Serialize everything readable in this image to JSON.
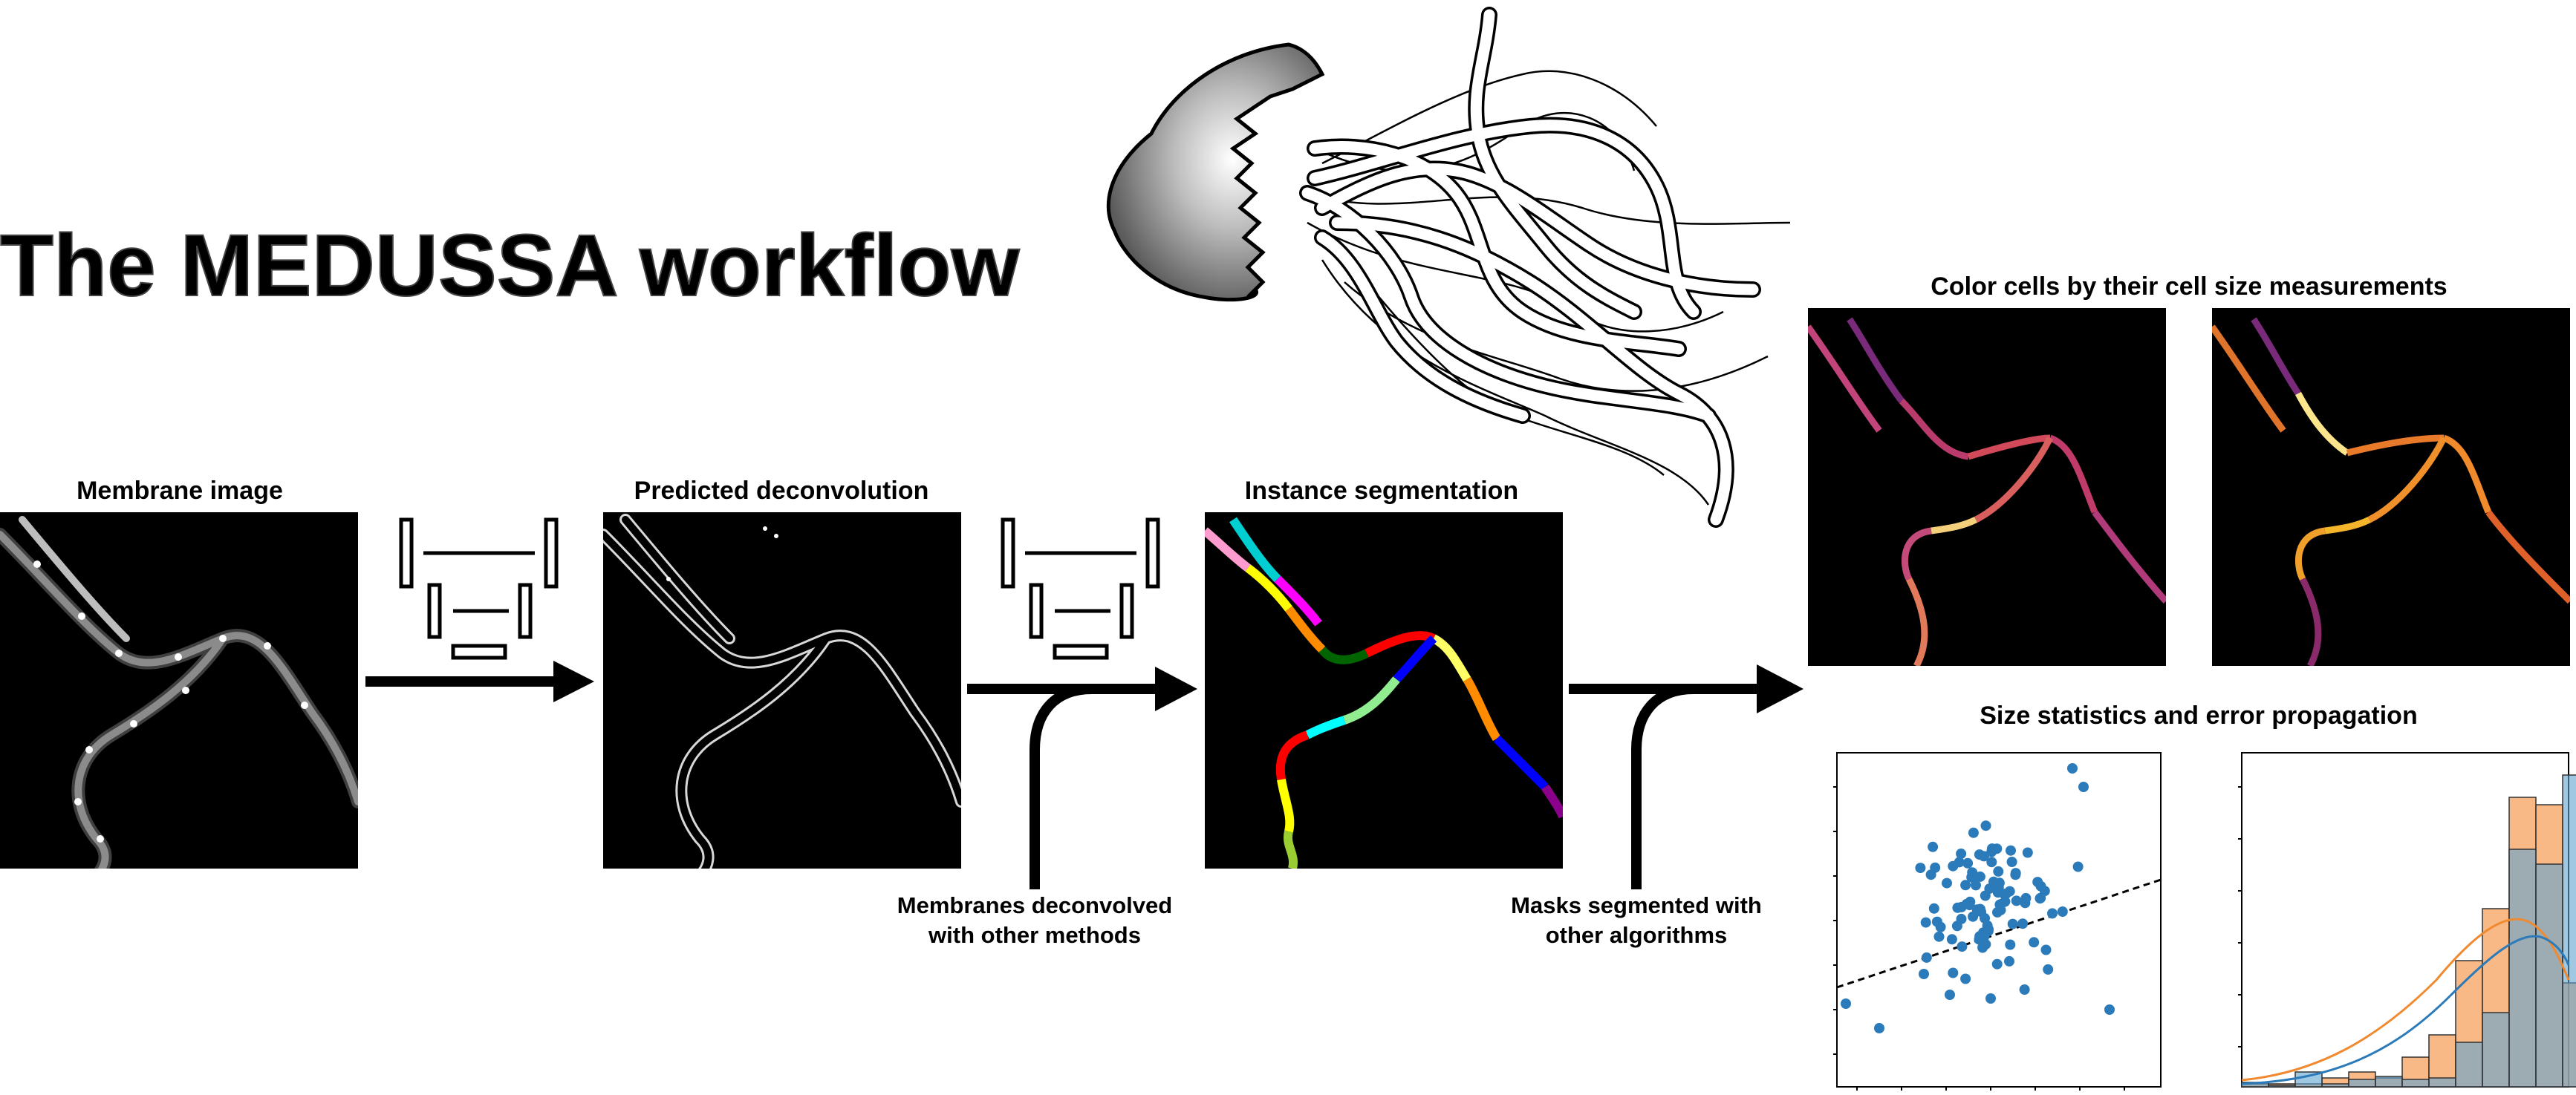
{
  "title": "The MEDUSSA workflow",
  "panels": {
    "membrane": "Membrane image",
    "deconv": "Predicted deconvolution",
    "segmentation": "Instance segmentation",
    "color_cells": "Color cells by their cell size measurements",
    "stats": "Size statistics and error propagation"
  },
  "side_inputs": {
    "deconv_other": [
      "Membranes deconvolved",
      "with other methods"
    ],
    "seg_other": [
      "Masks segmented with",
      "other algorithms"
    ]
  },
  "colors": {
    "arrow": "#000000",
    "scatter": "#2b7bba",
    "hist_orange": "#f5a25d",
    "hist_blue": "#5fa3d0",
    "kde_orange": "#f08a30",
    "kde_blue": "#2b7bba"
  },
  "icons": [
    "jellyfish-illustration",
    "network-icon",
    "network-icon"
  ]
}
